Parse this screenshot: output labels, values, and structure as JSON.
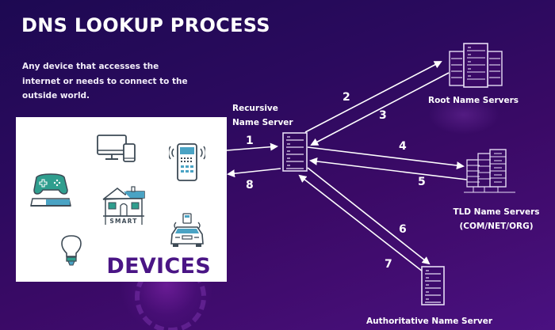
{
  "title": "DNS LOOKUP PROCESS",
  "subtitle": "Any device that accesses the internet or needs to connect to the outside world.",
  "devices": {
    "label": "DEVICES",
    "items": [
      {
        "name": "desktop-and-phone",
        "icon": "monitor-phone-icon"
      },
      {
        "name": "payment-terminal",
        "icon": "pos-terminal-icon"
      },
      {
        "name": "game-console",
        "icon": "gamepad-icon"
      },
      {
        "name": "smart-home",
        "icon": "smart-home-icon",
        "text": "SMART"
      },
      {
        "name": "connected-car",
        "icon": "car-icon"
      },
      {
        "name": "smart-bulb",
        "icon": "lightbulb-icon"
      }
    ]
  },
  "servers": {
    "recursive": {
      "label_line1": "Recursive",
      "label_line2": "Name Server"
    },
    "root": {
      "label": "Root Name Servers"
    },
    "tld": {
      "label_line1": "TLD Name Servers",
      "label_line2": "(COM/NET/ORG)"
    },
    "authoritative": {
      "label": "Authoritative Name Server"
    }
  },
  "steps": [
    {
      "number": "1",
      "from": "Devices",
      "to": "Recursive Name Server"
    },
    {
      "number": "2",
      "from": "Recursive Name Server",
      "to": "Root Name Servers"
    },
    {
      "number": "3",
      "from": "Root Name Servers",
      "to": "Recursive Name Server"
    },
    {
      "number": "4",
      "from": "Recursive Name Server",
      "to": "TLD Name Servers"
    },
    {
      "number": "5",
      "from": "TLD Name Servers",
      "to": "Recursive Name Server"
    },
    {
      "number": "6",
      "from": "Recursive Name Server",
      "to": "Authoritative Name Server"
    },
    {
      "number": "7",
      "from": "Authoritative Name Server",
      "to": "Recursive Name Server"
    },
    {
      "number": "8",
      "from": "Recursive Name Server",
      "to": "Devices"
    }
  ],
  "colors": {
    "background_start": "#1d0952",
    "background_end": "#4a1181",
    "accent_purple": "#4a1585",
    "icon_teal": "#2f9e8e",
    "icon_blue": "#4aa3c4",
    "icon_gray": "#3d4a55",
    "line_white": "#ffffff",
    "server_outline": "#e6dcf5"
  }
}
